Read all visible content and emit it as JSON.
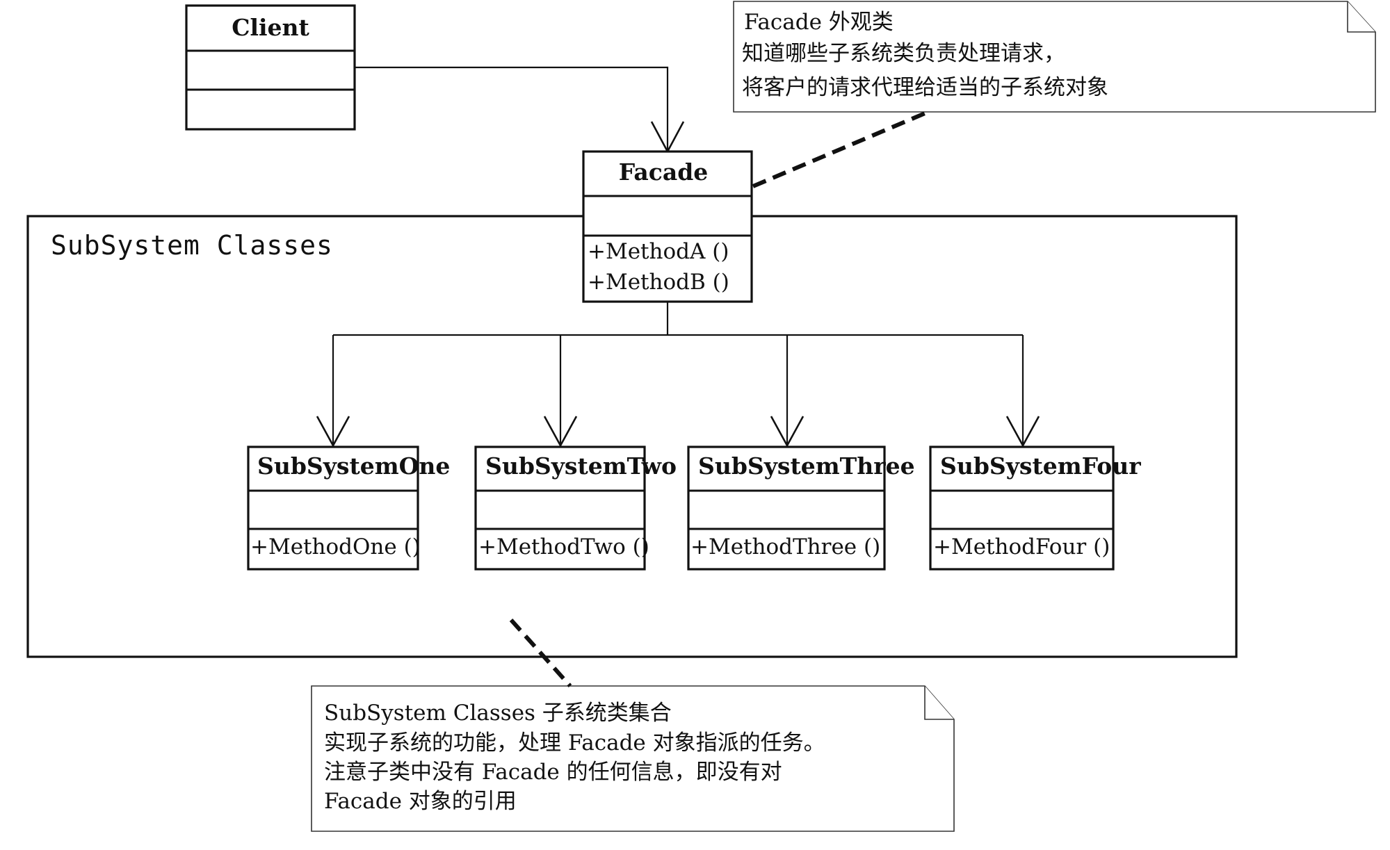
{
  "package": {
    "label": "SubSystem Classes"
  },
  "client": {
    "name": "Client"
  },
  "facade": {
    "name": "Facade",
    "methods": [
      "+MethodA ()",
      "+MethodB ()"
    ]
  },
  "subsystems": [
    {
      "name": "SubSystemOne",
      "method": "+MethodOne ()"
    },
    {
      "name": "SubSystemTwo",
      "method": "+MethodTwo ()"
    },
    {
      "name": "SubSystemThree",
      "method": "+MethodThree ()"
    },
    {
      "name": "SubSystemFour",
      "method": "+MethodFour ()"
    }
  ],
  "notes": {
    "facade": {
      "lines": [
        "Facade  外观类",
        "知道哪些子系统类负责处理请求，",
        "将客户的请求代理给适当的子系统对象"
      ]
    },
    "subsystem": {
      "lines": [
        "SubSystem Classes  子系统类集合",
        "实现子系统的功能，处理 Facade 对象指派的任务。",
        "注意子类中没有 Facade 的任何信息，即没有对",
        "Facade 对象的引用"
      ]
    }
  }
}
